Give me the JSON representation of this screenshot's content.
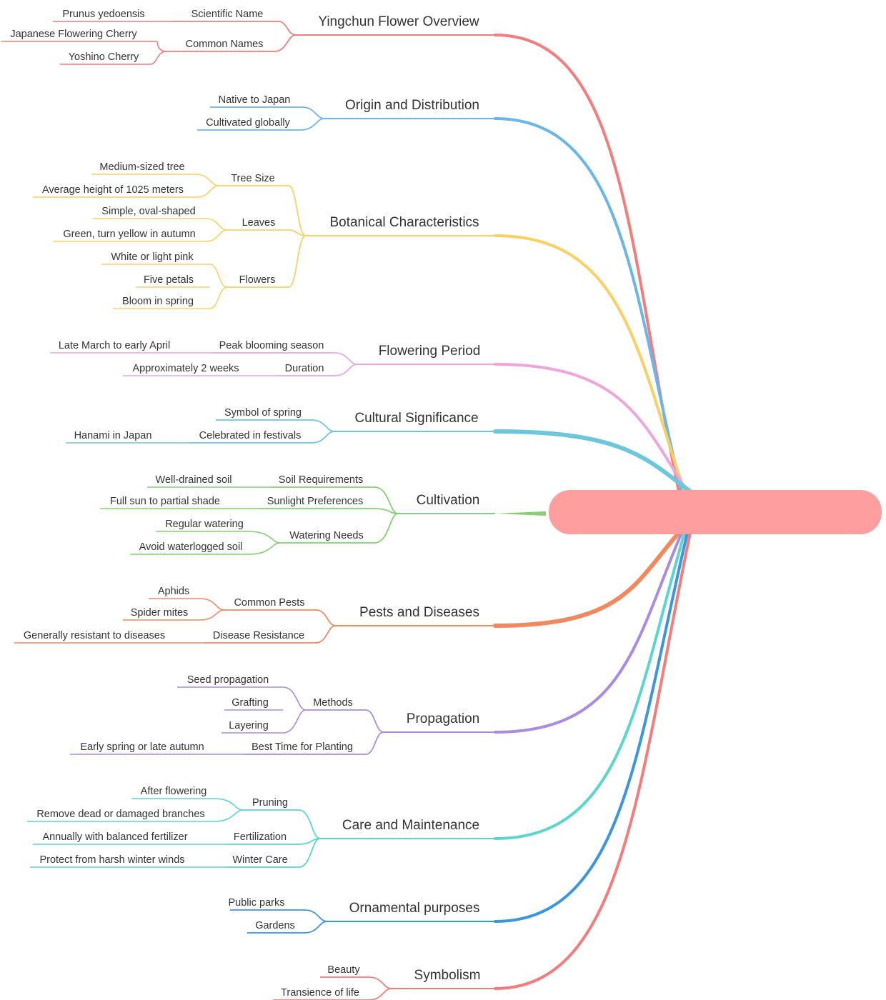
{
  "root": {
    "label": "",
    "color": "#FF9E9E"
  },
  "branches": [
    {
      "label": "Yingchun Flower Overview",
      "color": "#F47C7C",
      "children": [
        {
          "label": "Scientific Name",
          "leaves": [
            "Prunus yedoensis"
          ]
        },
        {
          "label": "Common Names",
          "leaves": [
            "Japanese Flowering Cherry",
            "Yoshino Cherry"
          ]
        }
      ]
    },
    {
      "label": "Origin and Distribution",
      "color": "#6BB6E8",
      "children": [
        {
          "label": "Native to Japan",
          "leaves": []
        },
        {
          "label": "Cultivated globally",
          "leaves": []
        }
      ]
    },
    {
      "label": "Botanical Characteristics",
      "color": "#FAD063",
      "children": [
        {
          "label": "Tree Size",
          "leaves": [
            "Medium-sized tree",
            "Average height of 1025 meters"
          ]
        },
        {
          "label": "Leaves",
          "leaves": [
            "Simple, oval-shaped",
            "Green, turn yellow in autumn"
          ]
        },
        {
          "label": "Flowers",
          "leaves": [
            "White or light pink",
            "Five petals",
            "Bloom in spring"
          ]
        }
      ]
    },
    {
      "label": "Flowering Period",
      "color": "#EEA5DC",
      "children": [
        {
          "label": "Peak blooming season",
          "leaves": [
            "Late March to early April"
          ]
        },
        {
          "label": "Duration",
          "leaves": [
            "Approximately 2 weeks"
          ]
        }
      ]
    },
    {
      "label": "Cultural Significance",
      "color": "#6CC7DD",
      "children": [
        {
          "label": "Symbol of spring",
          "leaves": []
        },
        {
          "label": "Celebrated in festivals",
          "leaves": [
            "Hanami in Japan"
          ]
        }
      ]
    },
    {
      "label": "Cultivation",
      "color": "#86CF73",
      "children": [
        {
          "label": "Soil Requirements",
          "leaves": [
            "Well-drained soil"
          ]
        },
        {
          "label": "Sunlight Preferences",
          "leaves": [
            "Full sun to partial shade"
          ]
        },
        {
          "label": "Watering Needs",
          "leaves": [
            "Regular watering",
            "Avoid waterlogged soil"
          ]
        }
      ]
    },
    {
      "label": "Pests and Diseases",
      "color": "#F2895E",
      "children": [
        {
          "label": "Common Pests",
          "leaves": [
            "Aphids",
            "Spider mites"
          ]
        },
        {
          "label": "Disease Resistance",
          "leaves": [
            "Generally resistant to diseases"
          ]
        }
      ]
    },
    {
      "label": "Propagation",
      "color": "#A98BE0",
      "children": [
        {
          "label": "Methods",
          "leaves": [
            "Seed propagation",
            "Grafting",
            "Layering"
          ]
        },
        {
          "label": "Best Time for Planting",
          "leaves": [
            "Early spring or late autumn"
          ]
        }
      ]
    },
    {
      "label": "Care and Maintenance",
      "color": "#5BD6CE",
      "children": [
        {
          "label": "Pruning",
          "leaves": [
            "After flowering",
            "Remove dead or damaged branches"
          ]
        },
        {
          "label": "Fertilization",
          "leaves": [
            "Annually with balanced fertilizer"
          ]
        },
        {
          "label": "Winter Care",
          "leaves": [
            "Protect from harsh winter winds"
          ]
        }
      ]
    },
    {
      "label": "Ornamental purposes",
      "color": "#3B95E0",
      "children": [
        {
          "label": "Public parks",
          "leaves": []
        },
        {
          "label": "Gardens",
          "leaves": []
        }
      ]
    },
    {
      "label": "Symbolism",
      "color": "#F47C7C",
      "children": [
        {
          "label": "Beauty",
          "leaves": []
        },
        {
          "label": "Transience of life",
          "leaves": []
        }
      ]
    }
  ]
}
